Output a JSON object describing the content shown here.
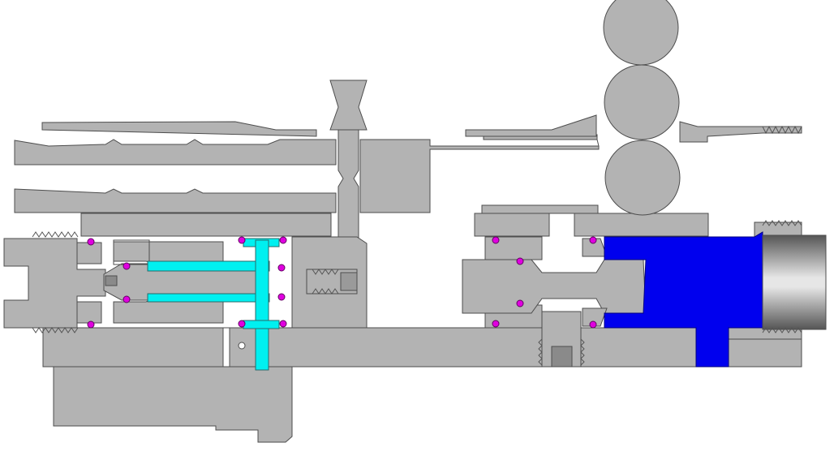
{
  "diagram": {
    "colors": {
      "background": "#ffffff",
      "metal": "#b3b3b3",
      "edge": "#4d4d4d",
      "fluid_low": "#00f0f0",
      "fluid_high": "#0000ee",
      "seal": "#e000e0",
      "barrel_light": "#e6e6e6",
      "barrel_dark": "#555555"
    },
    "components": [
      "upper-receiver-rails",
      "charging-lever",
      "bolt-carrier",
      "gas-regulator-piston",
      "pressure-chamber",
      "magazine-balls",
      "barrel"
    ]
  }
}
